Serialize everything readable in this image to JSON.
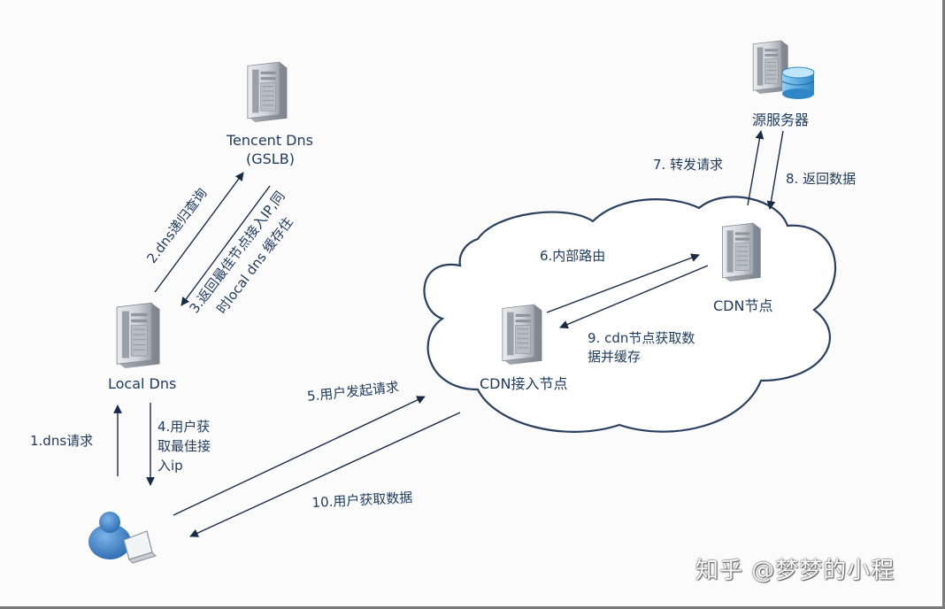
{
  "nodes": {
    "tencent_dns_line1": "Tencent Dns",
    "tencent_dns_line2": "(GSLB)",
    "local_dns": "Local Dns",
    "origin_server": "源服务器",
    "cdn_node": "CDN节点",
    "cdn_access_node": "CDN接入节点"
  },
  "steps": {
    "s1": "1.dns请求",
    "s2": "2.dns递归查询",
    "s3_line1": "3.返回最佳节点接入IP,同",
    "s3_line2": "时local dns 缓存住",
    "s4_line1": "4.用户获",
    "s4_line2": "取最佳接",
    "s4_line3": "入ip",
    "s5": "5.用户发起请求",
    "s6": "6.内部路由",
    "s7": "7. 转发请求",
    "s8": "8. 返回数据",
    "s9_line1": "9. cdn节点获取数",
    "s9_line2": "据并缓存",
    "s10": "10.用户获取数据"
  },
  "watermark": "知乎 @梦梦的小程",
  "colors": {
    "arrow": "#1a2b45",
    "text": "#1e3a5c",
    "cloud_stroke": "#2b3f60",
    "server_body": "#c9ccd0",
    "database": "#4aa3dc",
    "user": "#3a7fc4"
  }
}
